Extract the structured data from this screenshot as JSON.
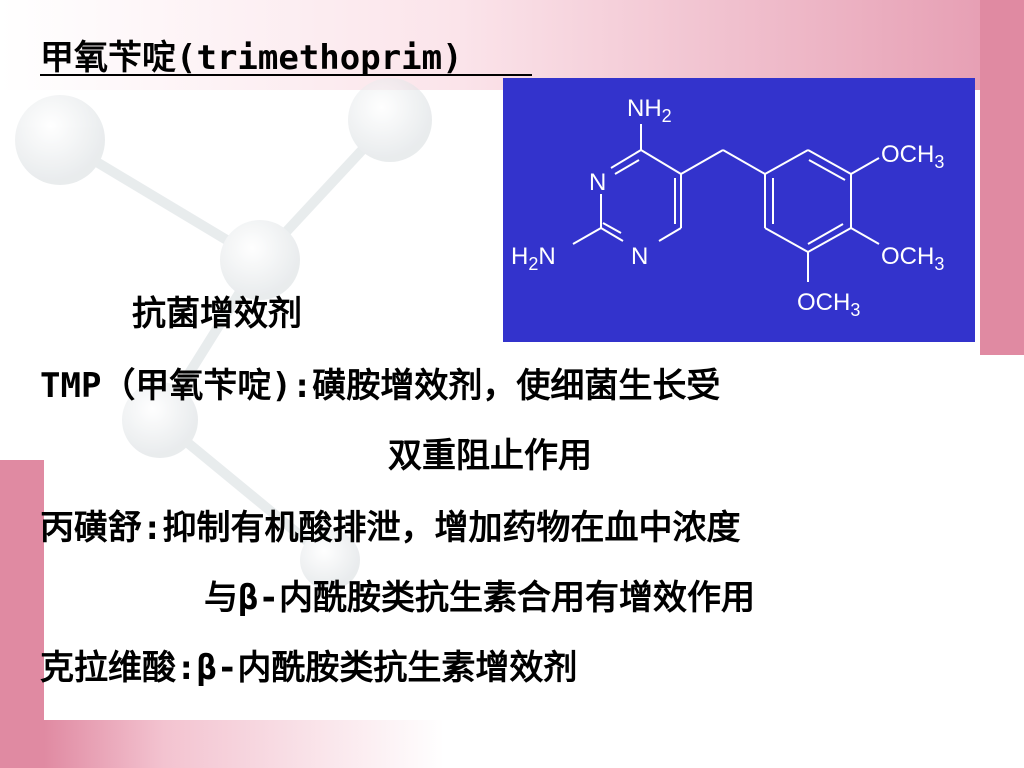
{
  "slide": {
    "title": "甲氧苄啶(trimethoprim)",
    "subtitle": "抗菌增效剂",
    "lines": [
      "TMP（甲氧苄啶):磺胺增效剂，使细菌生长受",
      "双重阻止作用",
      "丙磺舒:抑制有机酸排泄，增加药物在血中浓度",
      "与β-内酰胺类抗生素合用有增效作用",
      "克拉维酸:β-内酰胺类抗生素增效剂"
    ]
  },
  "structure": {
    "labels": {
      "nh2_top": "NH",
      "nh2_top_sub": "2",
      "n_ring_top": "N",
      "n_ring_bottom": "N",
      "h2n_left": "H",
      "h2n_left_sub": "2",
      "h2n_left_n": "N",
      "och3_1": "OCH",
      "och3_1_sub": "3",
      "och3_2": "OCH",
      "och3_2_sub": "3",
      "och3_3": "OCH",
      "och3_3_sub": "3"
    }
  },
  "colors": {
    "diagram_bg": "#3333cc",
    "accent_pink": "#e0809a",
    "text": "#000000"
  }
}
